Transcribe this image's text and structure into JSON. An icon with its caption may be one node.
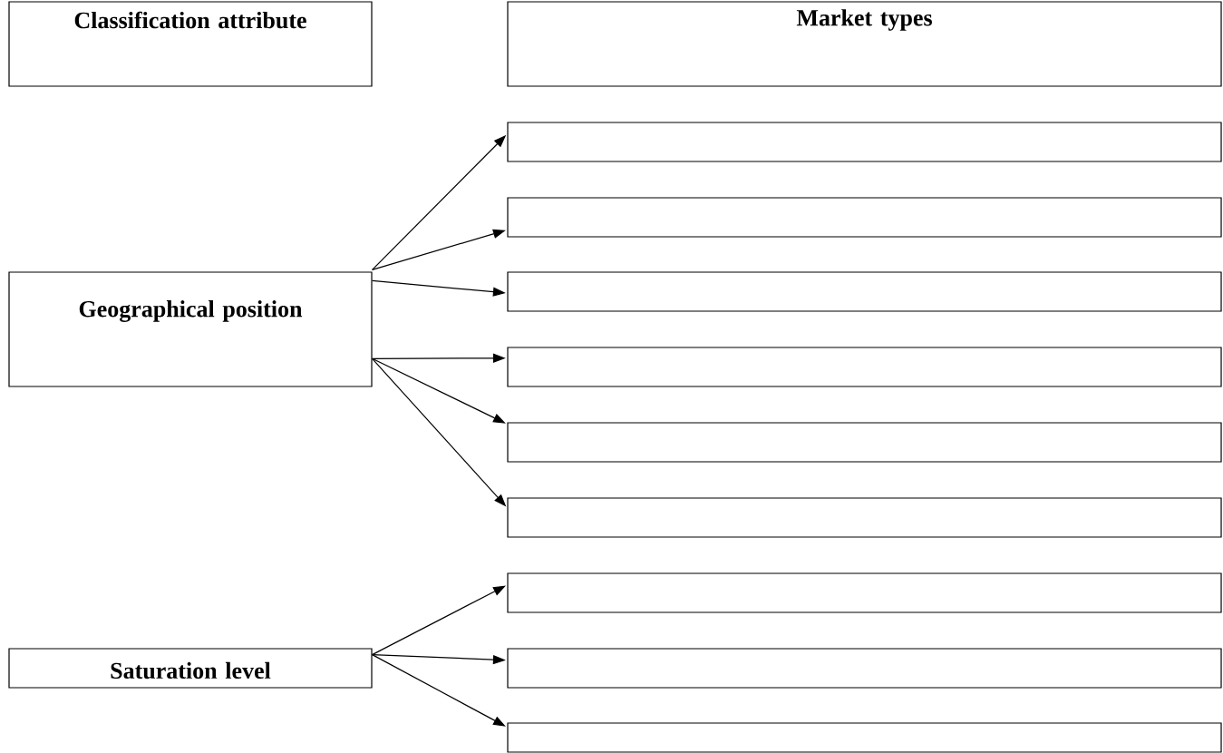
{
  "diagram": {
    "nodes": [
      {
        "text": [
          "Classification attribute"
        ]
      },
      {
        "text": [
          "Market types"
        ]
      },
      {
        "text": [
          "Geographical position"
        ]
      },
      {
        "text": [],
        "shape": "box"
      },
      {
        "text": [],
        "shape": "box"
      },
      {
        "text": [],
        "shape": "box"
      },
      {
        "text": [],
        "shape": "box"
      },
      {
        "text": [],
        "shape": "box"
      },
      {
        "text": [],
        "shape": "box"
      },
      {
        "text": [
          "Saturation level"
        ]
      },
      {
        "text": [],
        "shape": "box"
      },
      {
        "text": [],
        "shape": "box"
      },
      {
        "text": [],
        "shape": "box"
      }
    ],
    "edges": [
      {
        "from": 2,
        "to": 3,
        "arrow": "to"
      },
      {
        "from": 2,
        "to": 4,
        "arrow": "to"
      },
      {
        "from": 2,
        "to": 5,
        "arrow": "to"
      },
      {
        "from": 2,
        "to": 6,
        "arrow": "to"
      },
      {
        "from": 2,
        "to": 7,
        "arrow": "to"
      },
      {
        "from": 2,
        "to": 8,
        "arrow": "to"
      },
      {
        "from": 9,
        "to": 10,
        "arrow": "to"
      },
      {
        "from": 9,
        "to": 11,
        "arrow": "to"
      },
      {
        "from": 9,
        "to": 12,
        "arrow": "to"
      }
    ]
  }
}
